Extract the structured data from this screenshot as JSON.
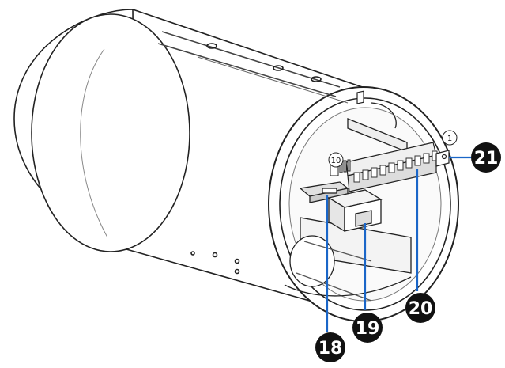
{
  "callouts": {
    "c18": "18",
    "c19": "19",
    "c20": "20",
    "c21": "21"
  },
  "pins": {
    "first": "1",
    "last": "10"
  },
  "colors": {
    "callout_fill": "#111111",
    "callout_text": "#ffffff",
    "line": "#1a66c8",
    "outline": "#222222",
    "shade": "#e8e8e8"
  }
}
